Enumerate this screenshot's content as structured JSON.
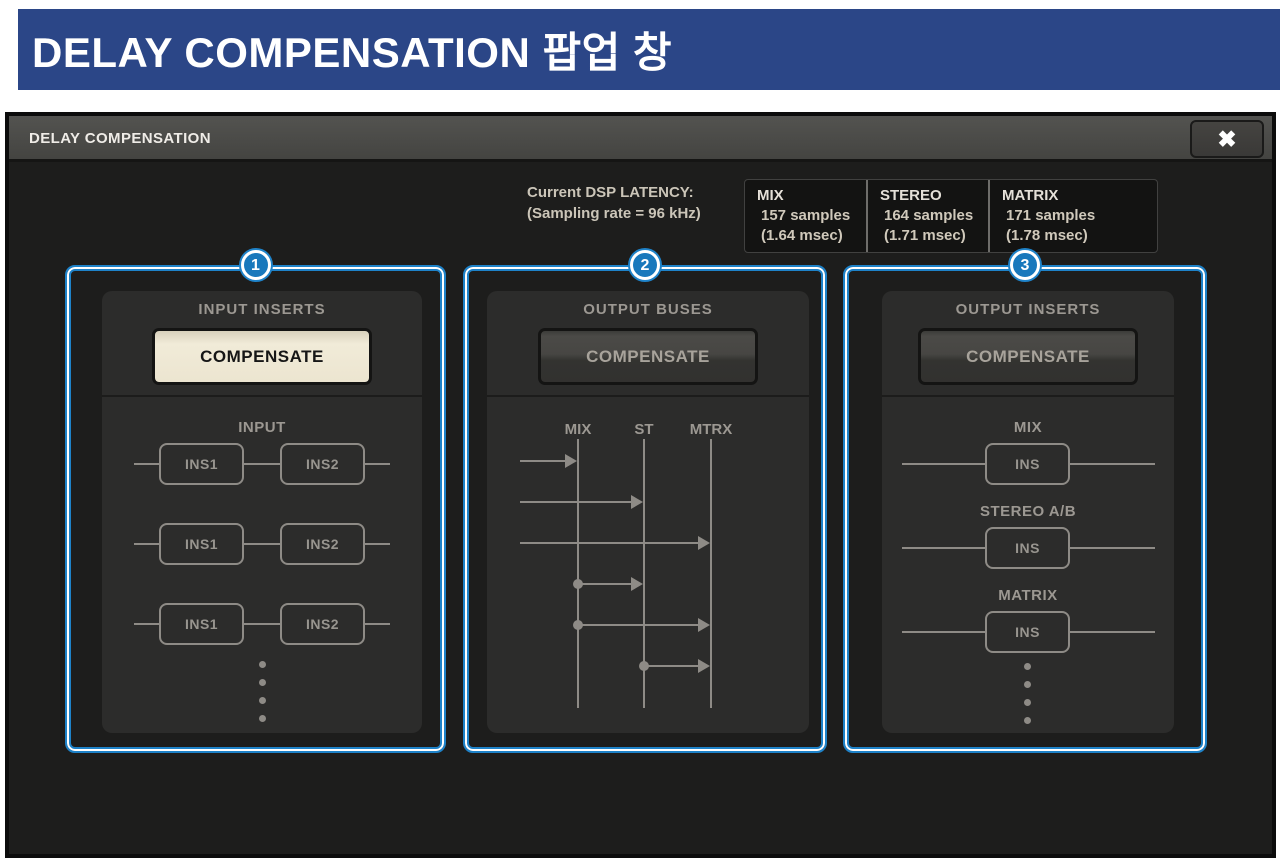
{
  "page": {
    "title": "DELAY COMPENSATION 팝업 창"
  },
  "popup": {
    "title": "DELAY COMPENSATION",
    "icons": {
      "close": "✖"
    },
    "latency": {
      "label_line1": "Current DSP LATENCY:",
      "label_line2": "(Sampling rate = 96 kHz)",
      "buses": [
        {
          "name": "MIX",
          "samples": "157 samples",
          "msec": "(1.64 msec)"
        },
        {
          "name": "STEREO",
          "samples": "164 samples",
          "msec": "(1.71 msec)"
        },
        {
          "name": "MATRIX",
          "samples": "171 samples",
          "msec": "(1.78 msec)"
        }
      ]
    },
    "sections": [
      {
        "badge": "1",
        "label": "INPUT INSERTS",
        "button": "COMPENSATE",
        "state": "on",
        "diagram_label": "INPUT",
        "rows": [
          {
            "ins1": "INS1",
            "ins2": "INS2"
          },
          {
            "ins1": "INS1",
            "ins2": "INS2"
          },
          {
            "ins1": "INS1",
            "ins2": "INS2"
          }
        ]
      },
      {
        "badge": "2",
        "label": "OUTPUT BUSES",
        "button": "COMPENSATE",
        "state": "off",
        "bus_labels": [
          "MIX",
          "ST",
          "MTRX"
        ]
      },
      {
        "badge": "3",
        "label": "OUTPUT INSERTS",
        "button": "COMPENSATE",
        "state": "off",
        "inserts": [
          {
            "label": "MIX",
            "box": "INS"
          },
          {
            "label": "STEREO A/B",
            "box": "INS"
          },
          {
            "label": "MATRIX",
            "box": "INS"
          }
        ]
      }
    ]
  },
  "colors": {
    "banner_blue": "#2b4687",
    "callout_blue": "#1e82c8",
    "popup_bg": "#1d1d1c",
    "panel_bg": "#2c2c2b",
    "active_button": "#ece5d0",
    "diagram_gray": "#8e8b86"
  }
}
